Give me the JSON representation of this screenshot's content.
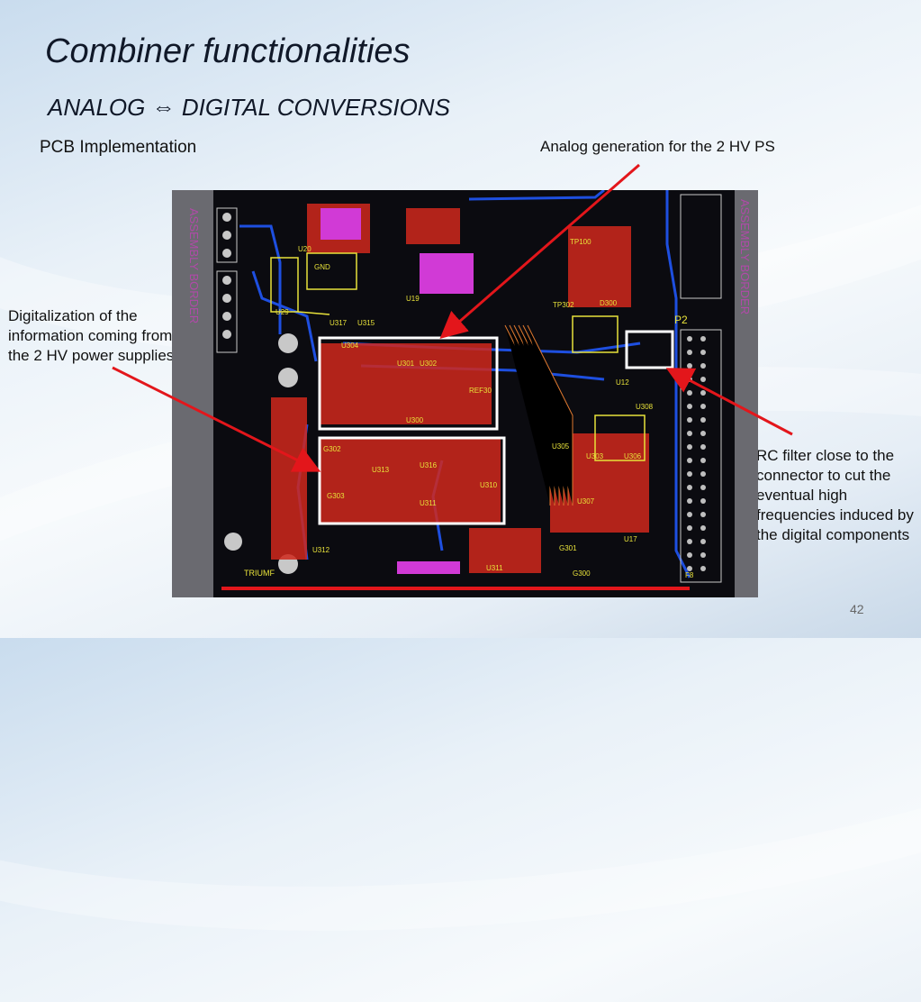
{
  "slide": {
    "title": "Combiner functionalities",
    "subtitle": "ANALOG ⇔ DIGITAL CONVERSIONS",
    "pcb_label": "PCB Implementation",
    "analog_label": "Analog generation for the 2 HV PS",
    "digital_label": "Digitalization of the information coming from the 2 HV power supplies",
    "rc_label": "RC filter close to the connector to cut the eventual high frequencies induced by the digital components",
    "page_number": "42"
  },
  "pcb": {
    "silkscreen": {
      "assembly_left": "ASSEMBLY BORDER",
      "assembly_right": "ASSEMBLY BORDER",
      "u304": "U304",
      "u301": "U301",
      "u302": "U302",
      "u300": "U300",
      "ref30": "REF30",
      "u316": "U316",
      "u313": "U313",
      "u310": "U310",
      "u311": "U311",
      "g302": "G302",
      "g303": "G303",
      "u312": "U312",
      "u305": "U305",
      "u303": "U303",
      "u306": "U306",
      "u307": "U307",
      "u17": "U17",
      "g300": "G300",
      "g301": "G301",
      "u308": "U308",
      "u12": "U12",
      "tp302": "TP302",
      "tp100": "TP100",
      "d300": "D300",
      "p2": "P2",
      "u20": "U20",
      "u19": "U19",
      "u317": "U317",
      "u315": "U315",
      "u29": "U29",
      "gnd": "GND",
      "triumf": "TRIUMF",
      "f8": "F8"
    },
    "colors": {
      "board": "#0b0b10",
      "copper_red": "#d0281c",
      "copper_blue": "#1e4fe0",
      "silk_yellow": "#e8e23a",
      "pad_grey": "#c8c8c8",
      "highlight_box": "#ffffff",
      "arrow": "#e3161b"
    }
  }
}
